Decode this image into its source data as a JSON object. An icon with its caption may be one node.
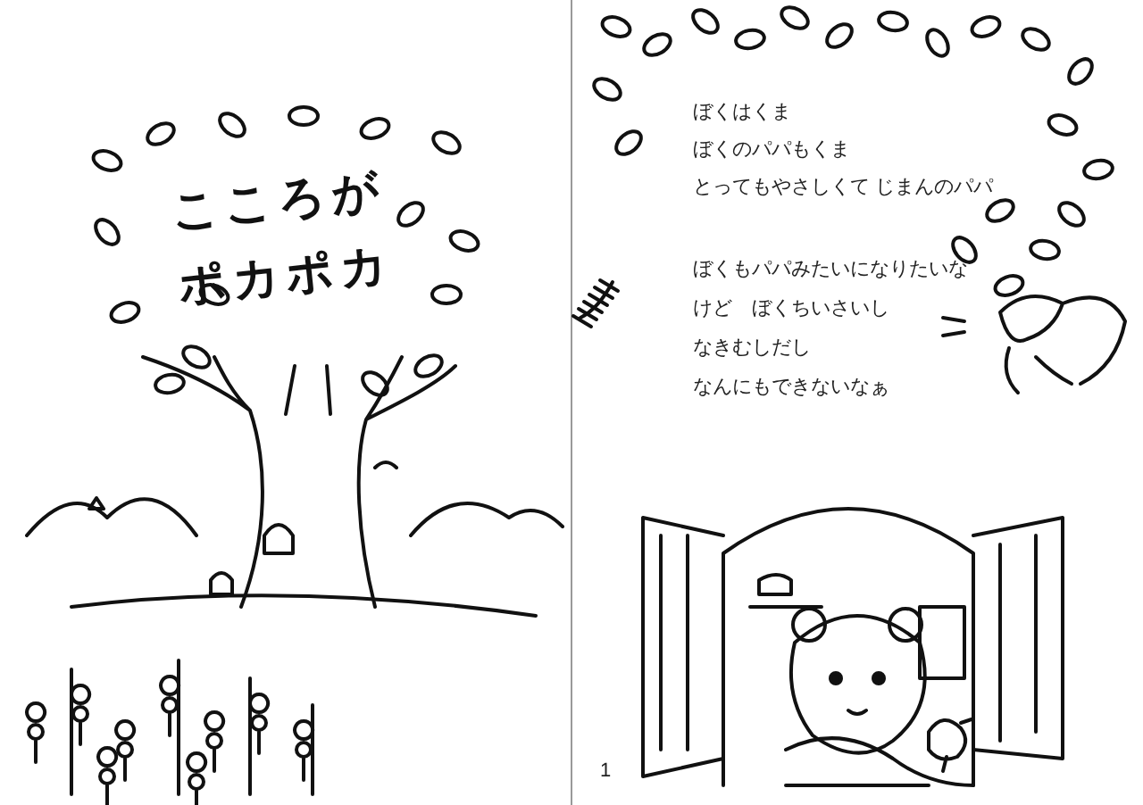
{
  "diagram": {
    "title": "こころがポカポカ",
    "labels": [
      "ぼくはくま",
      "ぼくのパパもくま",
      "とってもやさしくて じまんのパパ",
      "ぼくもパパみたいになりたいな",
      "けど　ぼくちいさいし",
      "なきむしだし",
      "なんにもできないなぁ",
      "1"
    ]
  }
}
